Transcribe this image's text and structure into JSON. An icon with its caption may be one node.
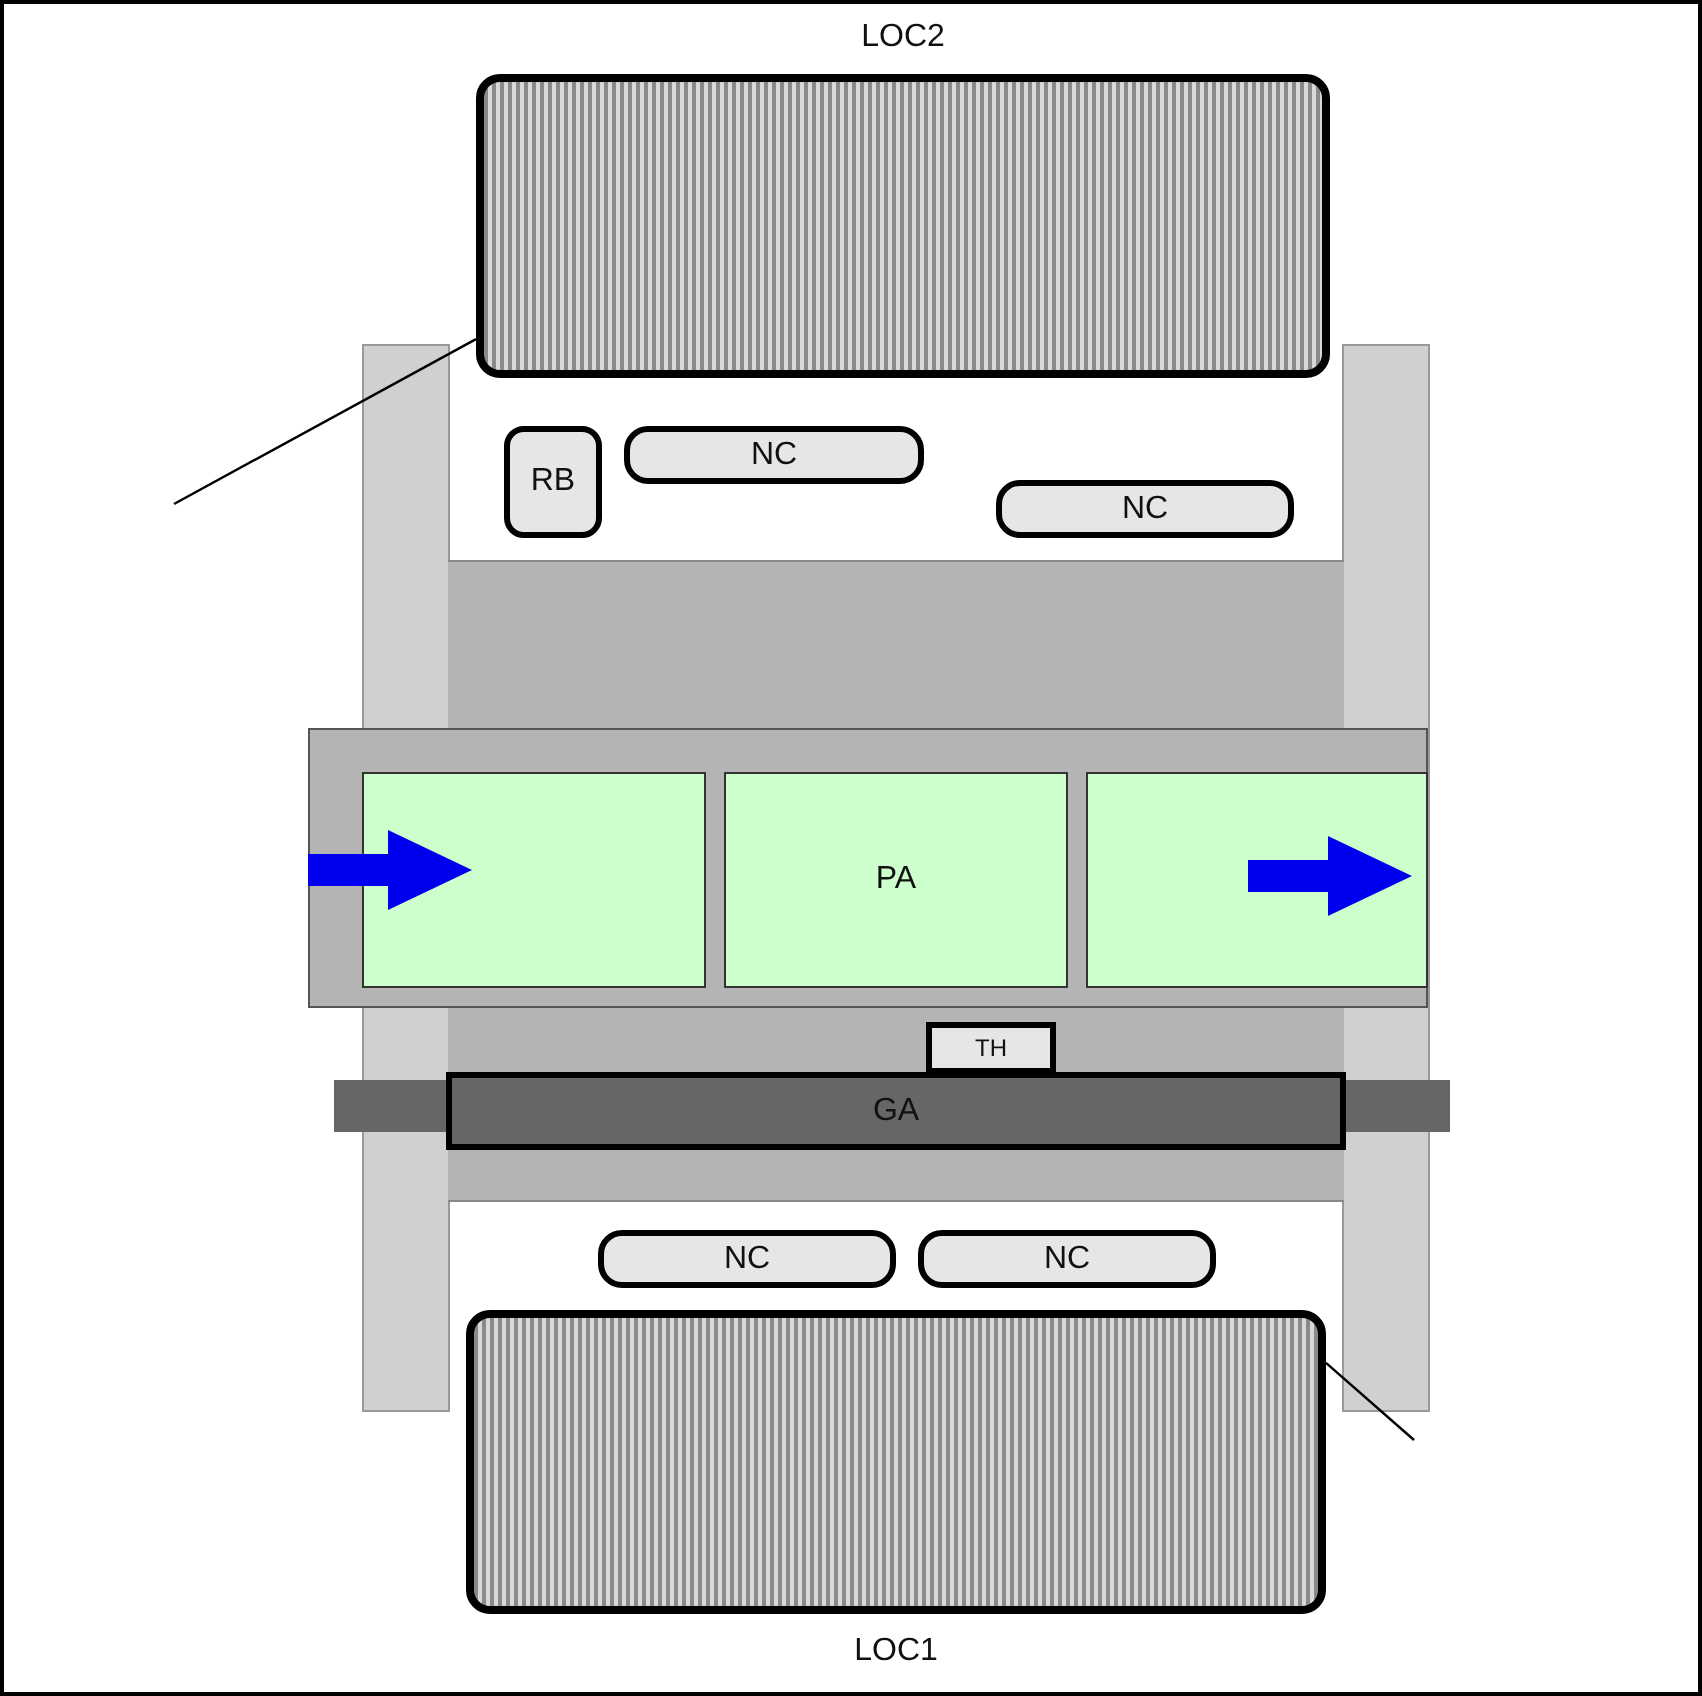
{
  "diagram": {
    "nodes": [
      {
        "text": [
          "LOC2"
        ]
      },
      {
        "text": [
          "RB"
        ]
      },
      {
        "text": [
          "NC"
        ]
      },
      {
        "text": [
          "NC"
        ]
      },
      {
        "text": [],
        "shape": "box"
      },
      {
        "text": [
          "PA"
        ]
      },
      {
        "text": [],
        "shape": "box"
      },
      {
        "text": [
          "TH"
        ]
      },
      {
        "text": [
          "GA"
        ]
      },
      {
        "text": [
          "NC"
        ]
      },
      {
        "text": [
          "NC"
        ]
      },
      {
        "text": [
          "LOC1"
        ]
      }
    ],
    "edges": [
      {
        "from": null,
        "to": 0,
        "arrow": "none"
      },
      {
        "from": null,
        "to": 11,
        "arrow": "none"
      }
    ]
  }
}
